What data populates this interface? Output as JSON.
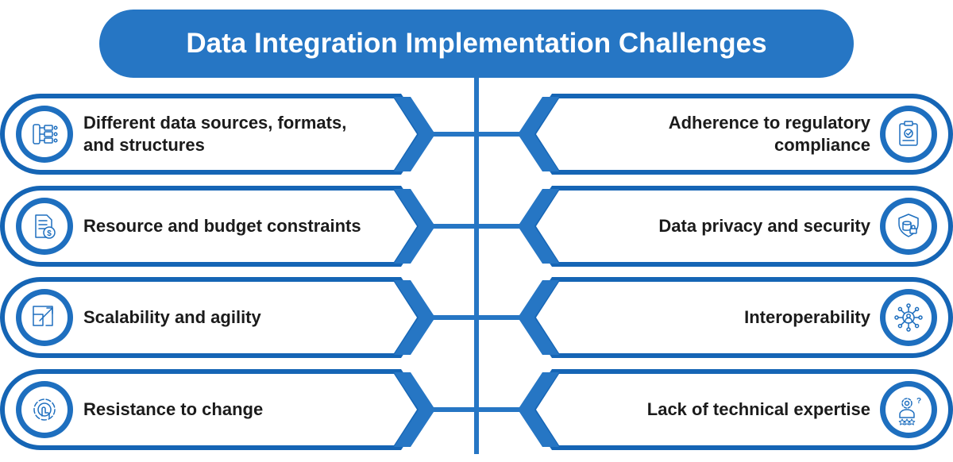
{
  "title": "Data Integration Implementation Challenges",
  "colors": {
    "primary": "#2676c4",
    "outline": "#1565b5",
    "icon_ring": "#1e6fbf",
    "text": "#1b1b1b"
  },
  "left_items": [
    {
      "lines": [
        "Different data sources, formats,",
        "and structures"
      ],
      "icon": "data-sources-icon"
    },
    {
      "lines": [
        "Resource and budget constraints"
      ],
      "icon": "budget-document-icon"
    },
    {
      "lines": [
        "Scalability and agility"
      ],
      "icon": "scale-arrow-icon"
    },
    {
      "lines": [
        "Resistance to change"
      ],
      "icon": "change-resistance-icon"
    }
  ],
  "right_items": [
    {
      "lines": [
        "Adherence to regulatory",
        "compliance"
      ],
      "icon": "compliance-clipboard-icon"
    },
    {
      "lines": [
        "Data privacy and security"
      ],
      "icon": "security-shield-icon"
    },
    {
      "lines": [
        "Interoperability"
      ],
      "icon": "network-person-icon"
    },
    {
      "lines": [
        "Lack of technical expertise"
      ],
      "icon": "expertise-person-icon"
    }
  ]
}
